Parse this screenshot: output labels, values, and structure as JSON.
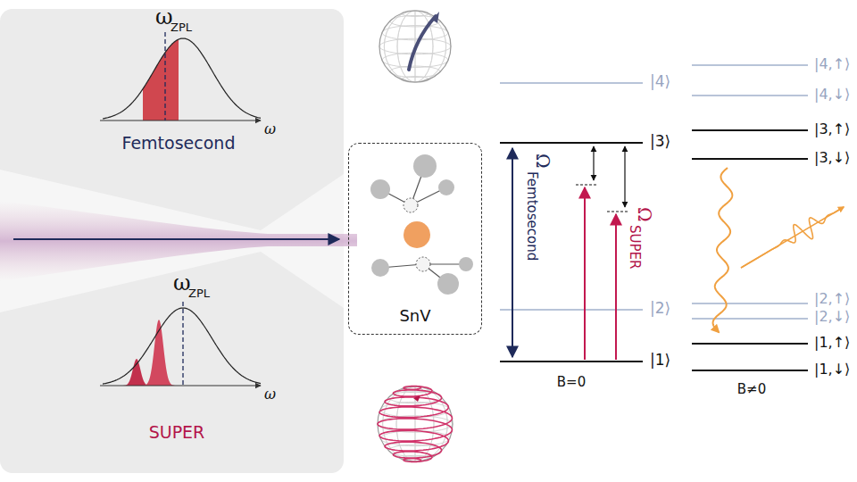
{
  "diagram": {
    "nodes": [
      {
        "text": [
          "SnV"
        ]
      }
    ],
    "labels": [
      "ω",
      "ZPL",
      "ω",
      "Femtosecond",
      "ω",
      "ZPL",
      "ω",
      "SUPER",
      "|4⟩",
      "|3⟩",
      "|2⟩",
      "|1⟩",
      "B=0",
      "Ω",
      "Femtosecond",
      "Ω",
      "SUPER",
      "|4,↑⟩",
      "|4,↓⟩",
      "|3,↑⟩",
      "|3,↓⟩",
      "|2,↑⟩",
      "|2,↓⟩",
      "|1,↑⟩",
      "|1,↓⟩",
      "B≠0"
    ]
  }
}
